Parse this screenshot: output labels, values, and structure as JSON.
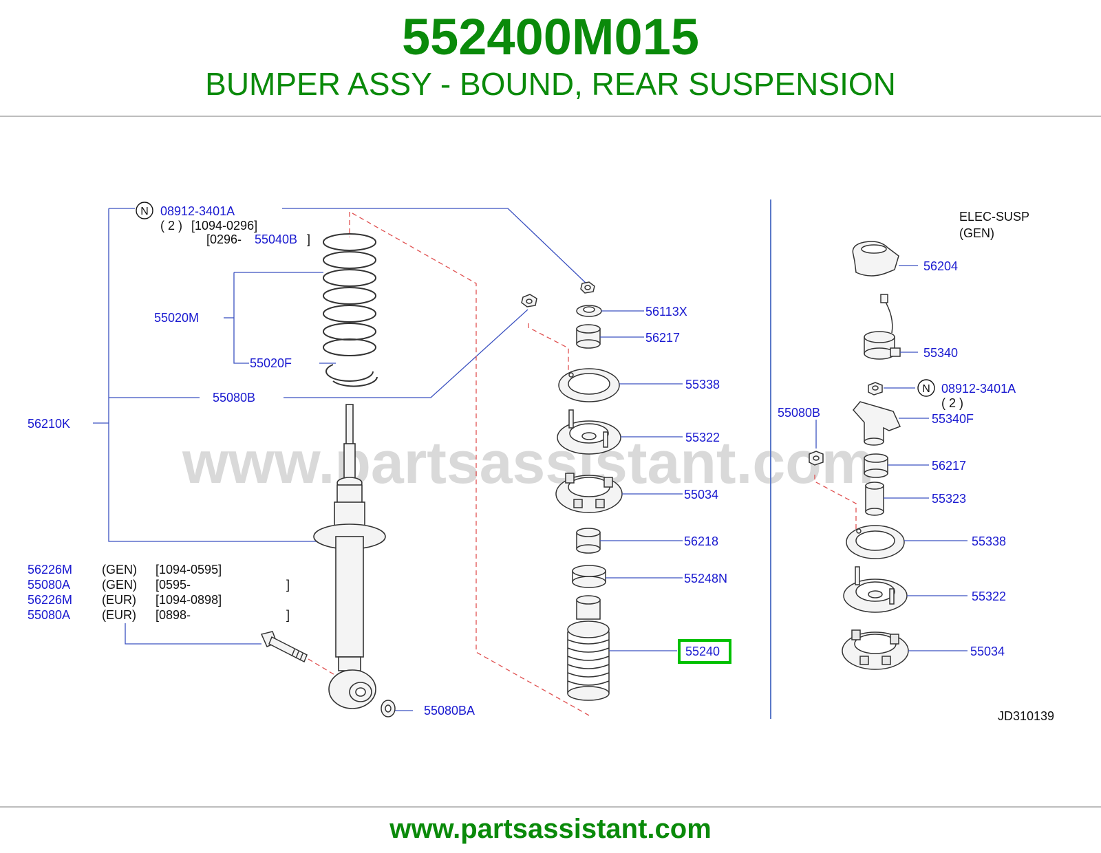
{
  "header": {
    "part_number": "552400M015",
    "description": "BUMPER ASSY - BOUND, REAR SUSPENSION"
  },
  "footer": {
    "url": "www.partsassistant.com"
  },
  "diagram": {
    "watermark": "www.partsassistant.com",
    "drawing_code": "JD310139",
    "option_title_line1": "ELEC-SUSP",
    "option_title_line2": "(GEN)",
    "circle_marker": "N",
    "highlight_color": "#00c000",
    "label_color": "#1a1ad0",
    "callouts": {
      "p08912_3401A": "08912-3401A",
      "qty2_a": "( 2 )",
      "range_1094_0296": "[1094-0296]",
      "range_0296": "[0296-",
      "p55040B": "55040B",
      "bracket_close": "]",
      "p55020M": "55020M",
      "p55020F": "55020F",
      "p55080B": "55080B",
      "p56210K": "56210K",
      "p56113X": "56113X",
      "p56217": "56217",
      "p55338": "55338",
      "p55322": "55322",
      "p55034": "55034",
      "p56218": "56218",
      "p55248N": "55248N",
      "p55240": "55240",
      "p55080BA": "55080BA",
      "p56204": "56204",
      "p55340": "55340",
      "p08912_3401A_r": "08912-3401A",
      "qty2_b": "( 2 )",
      "p55080B_r": "55080B",
      "p55340F": "55340F",
      "p56217_r": "56217",
      "p55323": "55323",
      "p55338_r": "55338",
      "p55322_r": "55322",
      "p55034_r": "55034"
    },
    "applicability": [
      {
        "part": "56226M",
        "spec": "(GEN)",
        "range": "[1094-0595]"
      },
      {
        "part": "55080A",
        "spec": "(GEN)",
        "range": "[0595-",
        "close": "]"
      },
      {
        "part": "56226M",
        "spec": "(EUR)",
        "range": "[1094-0898]"
      },
      {
        "part": "55080A",
        "spec": "(EUR)",
        "range": "[0898-",
        "close": "]"
      }
    ]
  }
}
